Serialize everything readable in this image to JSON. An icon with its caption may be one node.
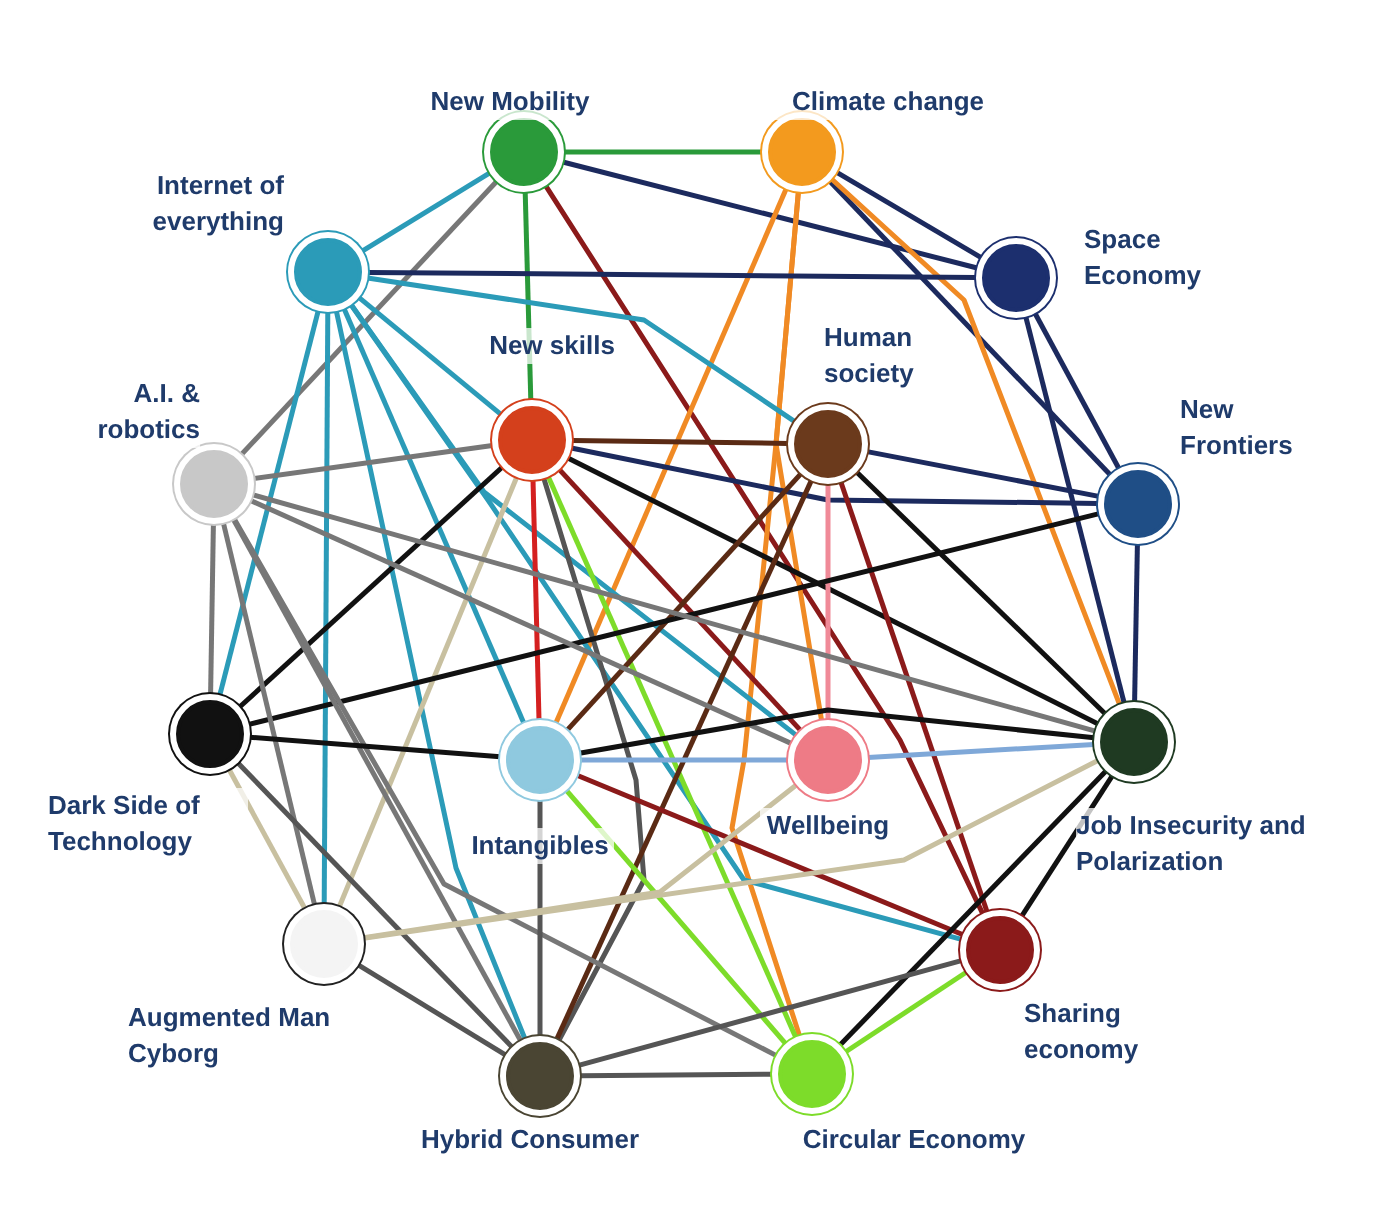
{
  "diagram": {
    "nodes": [
      {
        "text": [
          "New Mobility"
        ]
      },
      {
        "text": [
          "Climate change"
        ]
      },
      {
        "text": [
          "Internet of everything"
        ]
      },
      {
        "text": [
          "Space Economy"
        ]
      },
      {
        "text": [
          "A.I. & robotics"
        ]
      },
      {
        "text": [
          "New skills"
        ]
      },
      {
        "text": [
          "Human society"
        ]
      },
      {
        "text": [
          "New Frontiers"
        ]
      },
      {
        "text": [
          "Dark Side of Technology"
        ]
      },
      {
        "text": [
          "Intangibles"
        ]
      },
      {
        "text": [
          "Wellbeing"
        ]
      },
      {
        "text": [
          "Job Insecurity and Polarization"
        ]
      },
      {
        "text": [
          "Augmented Man Cyborg"
        ]
      },
      {
        "text": [
          "Sharing economy"
        ]
      },
      {
        "text": [
          "Hybrid Consumer"
        ]
      },
      {
        "text": [
          "Circular Economy"
        ]
      }
    ],
    "edges": [
      {
        "from": 0,
        "to": 1,
        "arrow": "none",
        "color": "#2a9a3a"
      },
      {
        "from": 0,
        "to": 5,
        "arrow": "none",
        "color": "#2a9a3a"
      },
      {
        "from": 0,
        "to": 3,
        "arrow": "none",
        "color": "#1c2a5e"
      },
      {
        "from": 0,
        "to": 13,
        "arrow": "none",
        "color": "#8b1a1a"
      },
      {
        "from": 0,
        "to": 2,
        "arrow": "none",
        "color": "#2b9bb8"
      },
      {
        "from": 0,
        "to": 4,
        "arrow": "none",
        "color": "#777777"
      },
      {
        "from": 1,
        "to": 3,
        "arrow": "none",
        "color": "#1c2a5e"
      },
      {
        "from": 1,
        "to": 7,
        "arrow": "none",
        "color": "#1c2a5e"
      },
      {
        "from": 1,
        "to": 9,
        "arrow": "none",
        "color": "#f08a24"
      },
      {
        "from": 1,
        "to": 10,
        "arrow": "none",
        "color": "#f08a24"
      },
      {
        "from": 1,
        "to": 15,
        "arrow": "none",
        "color": "#f08a24"
      },
      {
        "from": 1,
        "to": 11,
        "arrow": "none",
        "color": "#f08a24"
      },
      {
        "from": 2,
        "to": 3,
        "arrow": "none",
        "color": "#1c2a5e"
      },
      {
        "from": 2,
        "to": 6,
        "arrow": "none",
        "color": "#2b9bb8"
      },
      {
        "from": 2,
        "to": 5,
        "arrow": "none",
        "color": "#2b9bb8"
      },
      {
        "from": 2,
        "to": 10,
        "arrow": "none",
        "color": "#2b9bb8"
      },
      {
        "from": 2,
        "to": 13,
        "arrow": "none",
        "color": "#2b9bb8"
      },
      {
        "from": 2,
        "to": 8,
        "arrow": "none",
        "color": "#2b9bb8"
      },
      {
        "from": 2,
        "to": 12,
        "arrow": "none",
        "color": "#2b9bb8"
      },
      {
        "from": 2,
        "to": 14,
        "arrow": "none",
        "color": "#2b9bb8"
      },
      {
        "from": 2,
        "to": 9,
        "arrow": "none",
        "color": "#2b9bb8"
      },
      {
        "from": 3,
        "to": 7,
        "arrow": "none",
        "color": "#1c2a5e"
      },
      {
        "from": 3,
        "to": 11,
        "arrow": "none",
        "color": "#1c2a5e"
      },
      {
        "from": 5,
        "to": 6,
        "arrow": "none",
        "color": "#5a2a14"
      },
      {
        "from": 5,
        "to": 7,
        "arrow": "none",
        "color": "#1c2a5e"
      },
      {
        "from": 5,
        "to": 9,
        "arrow": "none",
        "color": "#d42020"
      },
      {
        "from": 5,
        "to": 14,
        "arrow": "none",
        "color": "#555555"
      },
      {
        "from": 5,
        "to": 11,
        "arrow": "none",
        "color": "#111111"
      },
      {
        "from": 5,
        "to": 8,
        "arrow": "none",
        "color": "#111111"
      },
      {
        "from": 5,
        "to": 12,
        "arrow": "none",
        "color": "#c8c0a0"
      },
      {
        "from": 5,
        "to": 10,
        "arrow": "none",
        "color": "#8b1a1a"
      },
      {
        "from": 5,
        "to": 15,
        "arrow": "none",
        "color": "#7ddc2a"
      },
      {
        "from": 6,
        "to": 7,
        "arrow": "none",
        "color": "#1c2a5e"
      },
      {
        "from": 6,
        "to": 9,
        "arrow": "none",
        "color": "#5a2a14"
      },
      {
        "from": 6,
        "to": 14,
        "arrow": "none",
        "color": "#5a2a14"
      },
      {
        "from": 6,
        "to": 10,
        "arrow": "none",
        "color": "#f08a98"
      },
      {
        "from": 6,
        "to": 13,
        "arrow": "none",
        "color": "#8b1a1a"
      },
      {
        "from": 6,
        "to": 11,
        "arrow": "none",
        "color": "#111111"
      },
      {
        "from": 7,
        "to": 11,
        "arrow": "none",
        "color": "#1c2a5e"
      },
      {
        "from": 7,
        "to": 8,
        "arrow": "none",
        "color": "#111111"
      },
      {
        "from": 4,
        "to": 5,
        "arrow": "none",
        "color": "#777777"
      },
      {
        "from": 4,
        "to": 8,
        "arrow": "none",
        "color": "#777777"
      },
      {
        "from": 4,
        "to": 12,
        "arrow": "none",
        "color": "#777777"
      },
      {
        "from": 4,
        "to": 14,
        "arrow": "none",
        "color": "#777777"
      },
      {
        "from": 4,
        "to": 11,
        "arrow": "none",
        "color": "#777777"
      },
      {
        "from": 4,
        "to": 10,
        "arrow": "none",
        "color": "#777777"
      },
      {
        "from": 4,
        "to": 15,
        "arrow": "none",
        "color": "#777777"
      },
      {
        "from": 8,
        "to": 9,
        "arrow": "none",
        "color": "#111111"
      },
      {
        "from": 8,
        "to": 12,
        "arrow": "none",
        "color": "#c8c0a0"
      },
      {
        "from": 8,
        "to": 14,
        "arrow": "none",
        "color": "#555555"
      },
      {
        "from": 9,
        "to": 10,
        "arrow": "none",
        "color": "#7fa8d8"
      },
      {
        "from": 9,
        "to": 11,
        "arrow": "none",
        "color": "#111111"
      },
      {
        "from": 9,
        "to": 13,
        "arrow": "none",
        "color": "#8b1a1a"
      },
      {
        "from": 9,
        "to": 15,
        "arrow": "none",
        "color": "#7ddc2a"
      },
      {
        "from": 9,
        "to": 14,
        "arrow": "none",
        "color": "#555555"
      },
      {
        "from": 10,
        "to": 11,
        "arrow": "none",
        "color": "#7fa8d8"
      },
      {
        "from": 11,
        "to": 13,
        "arrow": "none",
        "color": "#111111"
      },
      {
        "from": 11,
        "to": 15,
        "arrow": "none",
        "color": "#111111"
      },
      {
        "from": 11,
        "to": 12,
        "arrow": "none",
        "color": "#c8c0a0"
      },
      {
        "from": 12,
        "to": 10,
        "arrow": "none",
        "color": "#c8c0a0"
      },
      {
        "from": 12,
        "to": 14,
        "arrow": "none",
        "color": "#555555"
      },
      {
        "from": 14,
        "to": 13,
        "arrow": "none",
        "color": "#555555"
      },
      {
        "from": 14,
        "to": 15,
        "arrow": "none",
        "color": "#555555"
      },
      {
        "from": 13,
        "to": 15,
        "arrow": "none",
        "color": "#7ddc2a"
      }
    ]
  }
}
